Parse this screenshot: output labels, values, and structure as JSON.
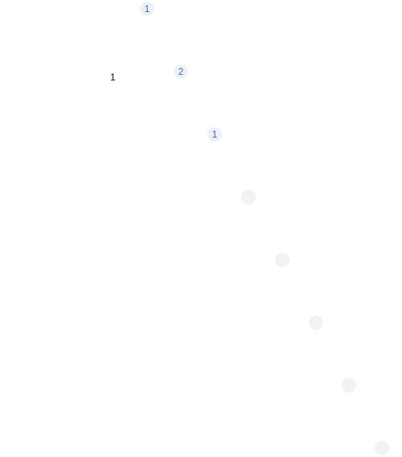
{
  "badges": [
    {
      "count": "1"
    },
    {
      "count": "2"
    },
    {
      "count": "1"
    },
    {
      "count": ""
    },
    {
      "count": ""
    },
    {
      "count": ""
    },
    {
      "count": ""
    },
    {
      "count": ""
    }
  ],
  "plain_numbers": [
    {
      "value": "1"
    }
  ],
  "colors": {
    "background": "#ffffff",
    "badge_bg": "#eef1f7",
    "badge_text": "#4a64b8",
    "plain_text": "#111111"
  }
}
